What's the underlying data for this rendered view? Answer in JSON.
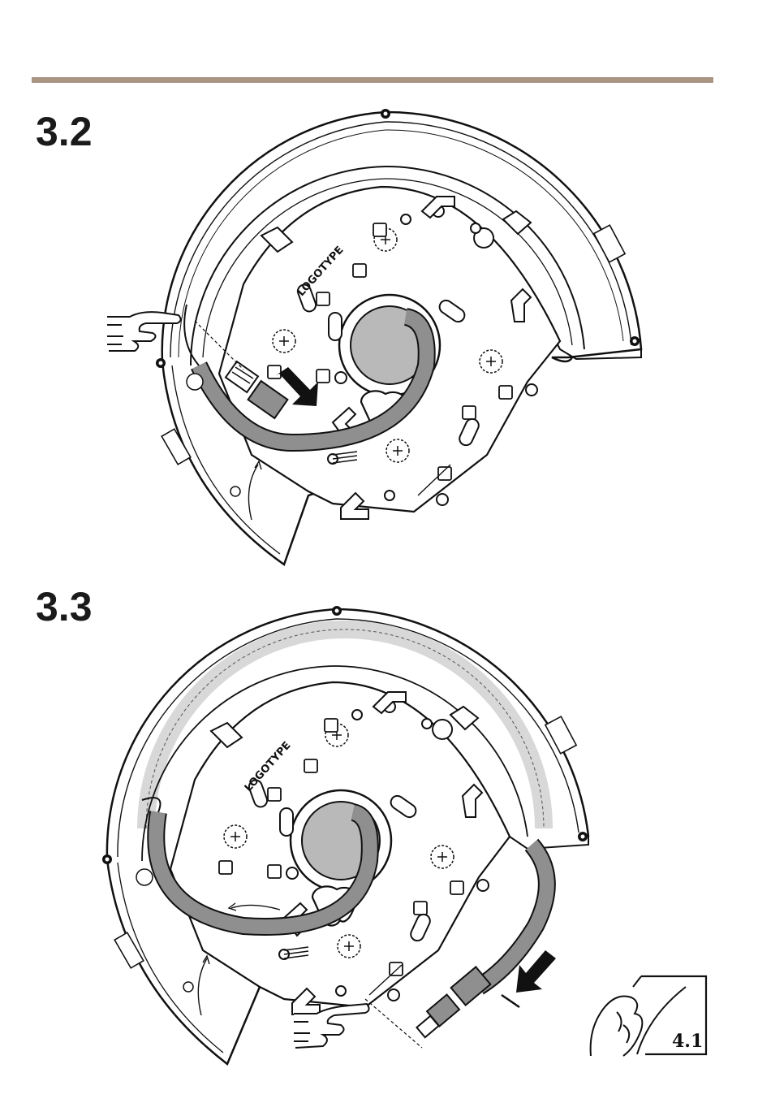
{
  "steps": [
    {
      "label": "3.2"
    },
    {
      "label": "3.3"
    }
  ],
  "plate_marking": "LOGOTYPE",
  "page_reference": "4.1",
  "colors": {
    "rule": "#a89584",
    "cable": "#8f8f8f",
    "hole_fill": "#b9b9b9",
    "line": "#111111"
  },
  "icons": [
    "hand-pointing-icon",
    "insert-arrow-icon",
    "cut-arrow-icon",
    "hand-holding-page-icon"
  ]
}
